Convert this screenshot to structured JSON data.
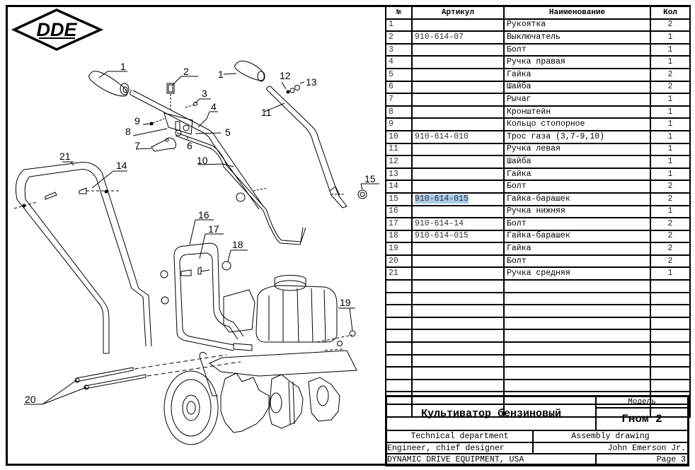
{
  "logo": {
    "text": "DDE"
  },
  "table": {
    "headers": {
      "num": "№",
      "sku": "Артикул",
      "name": "Наименование",
      "qty": "Кол"
    },
    "rows": [
      {
        "num": "1",
        "sku": "",
        "name": "Рукоятка",
        "qty": "2"
      },
      {
        "num": "2",
        "sku": "910-614-07",
        "name": "Выключатель",
        "qty": "1"
      },
      {
        "num": "3",
        "sku": "",
        "name": "Болт",
        "qty": "1"
      },
      {
        "num": "4",
        "sku": "",
        "name": "Ручка правая",
        "qty": "1"
      },
      {
        "num": "5",
        "sku": "",
        "name": "Гайка",
        "qty": "2"
      },
      {
        "num": "6",
        "sku": "",
        "name": "Шайба",
        "qty": "2"
      },
      {
        "num": "7",
        "sku": "",
        "name": "Рычаг",
        "qty": "1"
      },
      {
        "num": "8",
        "sku": "",
        "name": "Кронштейн",
        "qty": "1"
      },
      {
        "num": "9",
        "sku": "",
        "name": "Кольцо стопорное",
        "qty": "1"
      },
      {
        "num": "10",
        "sku": "910-614-010",
        "name": "Трос газа (3,7-9,10)",
        "qty": "1"
      },
      {
        "num": "11",
        "sku": "",
        "name": "Ручка левая",
        "qty": "1"
      },
      {
        "num": "12",
        "sku": "",
        "name": "Шайба",
        "qty": "1"
      },
      {
        "num": "13",
        "sku": "",
        "name": "Гайка",
        "qty": "1"
      },
      {
        "num": "14",
        "sku": "",
        "name": "Болт",
        "qty": "2"
      },
      {
        "num": "15",
        "sku": "910-614-015",
        "name": "Гайка-барашек",
        "qty": "2",
        "selected": true
      },
      {
        "num": "16",
        "sku": "",
        "name": "Ручка нижняя",
        "qty": "1"
      },
      {
        "num": "17",
        "sku": "910-614-14",
        "name": "Болт",
        "qty": "2"
      },
      {
        "num": "18",
        "sku": "910-614-015",
        "name": "Гайка-барашек",
        "qty": "2"
      },
      {
        "num": "19",
        "sku": "",
        "name": "Гайка",
        "qty": "2"
      },
      {
        "num": "20",
        "sku": "",
        "name": "Болт",
        "qty": "2"
      },
      {
        "num": "21",
        "sku": "",
        "name": "Ручка средняя",
        "qty": "1"
      }
    ],
    "empty_rows": 11
  },
  "title_block": {
    "product": "Культиватор бензиновый",
    "model_label": "Модель",
    "model": "Гном 2",
    "department": "Technical department",
    "drawing_type": "Assembly drawing",
    "role": "Engineer, chief designer",
    "person": "John Emerson Jr.",
    "company": "DYNAMIC DRIVE EQUIPMENT, USA",
    "page": "Page 3"
  },
  "callouts": [
    "1",
    "2",
    "3",
    "4",
    "5",
    "6",
    "7",
    "8",
    "9",
    "10",
    "11",
    "12",
    "13",
    "14",
    "15",
    "16",
    "17",
    "18",
    "19",
    "20",
    "21",
    "1"
  ]
}
